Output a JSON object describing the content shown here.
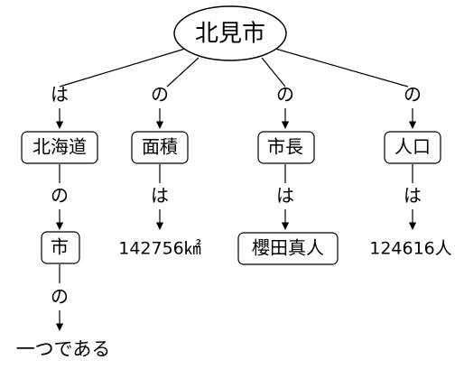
{
  "nodes": {
    "root": "北見市",
    "hokkaido": "北海道",
    "area": "面積",
    "mayor": "市長",
    "population": "人口",
    "city": "市",
    "area_value": "142756㎢",
    "mayor_name": "櫻田真人",
    "population_value": "124616人",
    "conclusion": "一つである"
  },
  "edges": {
    "root_to_hokkaido": "は",
    "root_to_area": "の",
    "root_to_mayor": "の",
    "root_to_population": "の",
    "hokkaido_to_city": "の",
    "area_to_value": "は",
    "mayor_to_name": "は",
    "population_to_value": "は",
    "city_to_conclusion": "の"
  },
  "colors": {
    "stroke": "#000000",
    "text": "#000000",
    "background": "#ffffff"
  }
}
